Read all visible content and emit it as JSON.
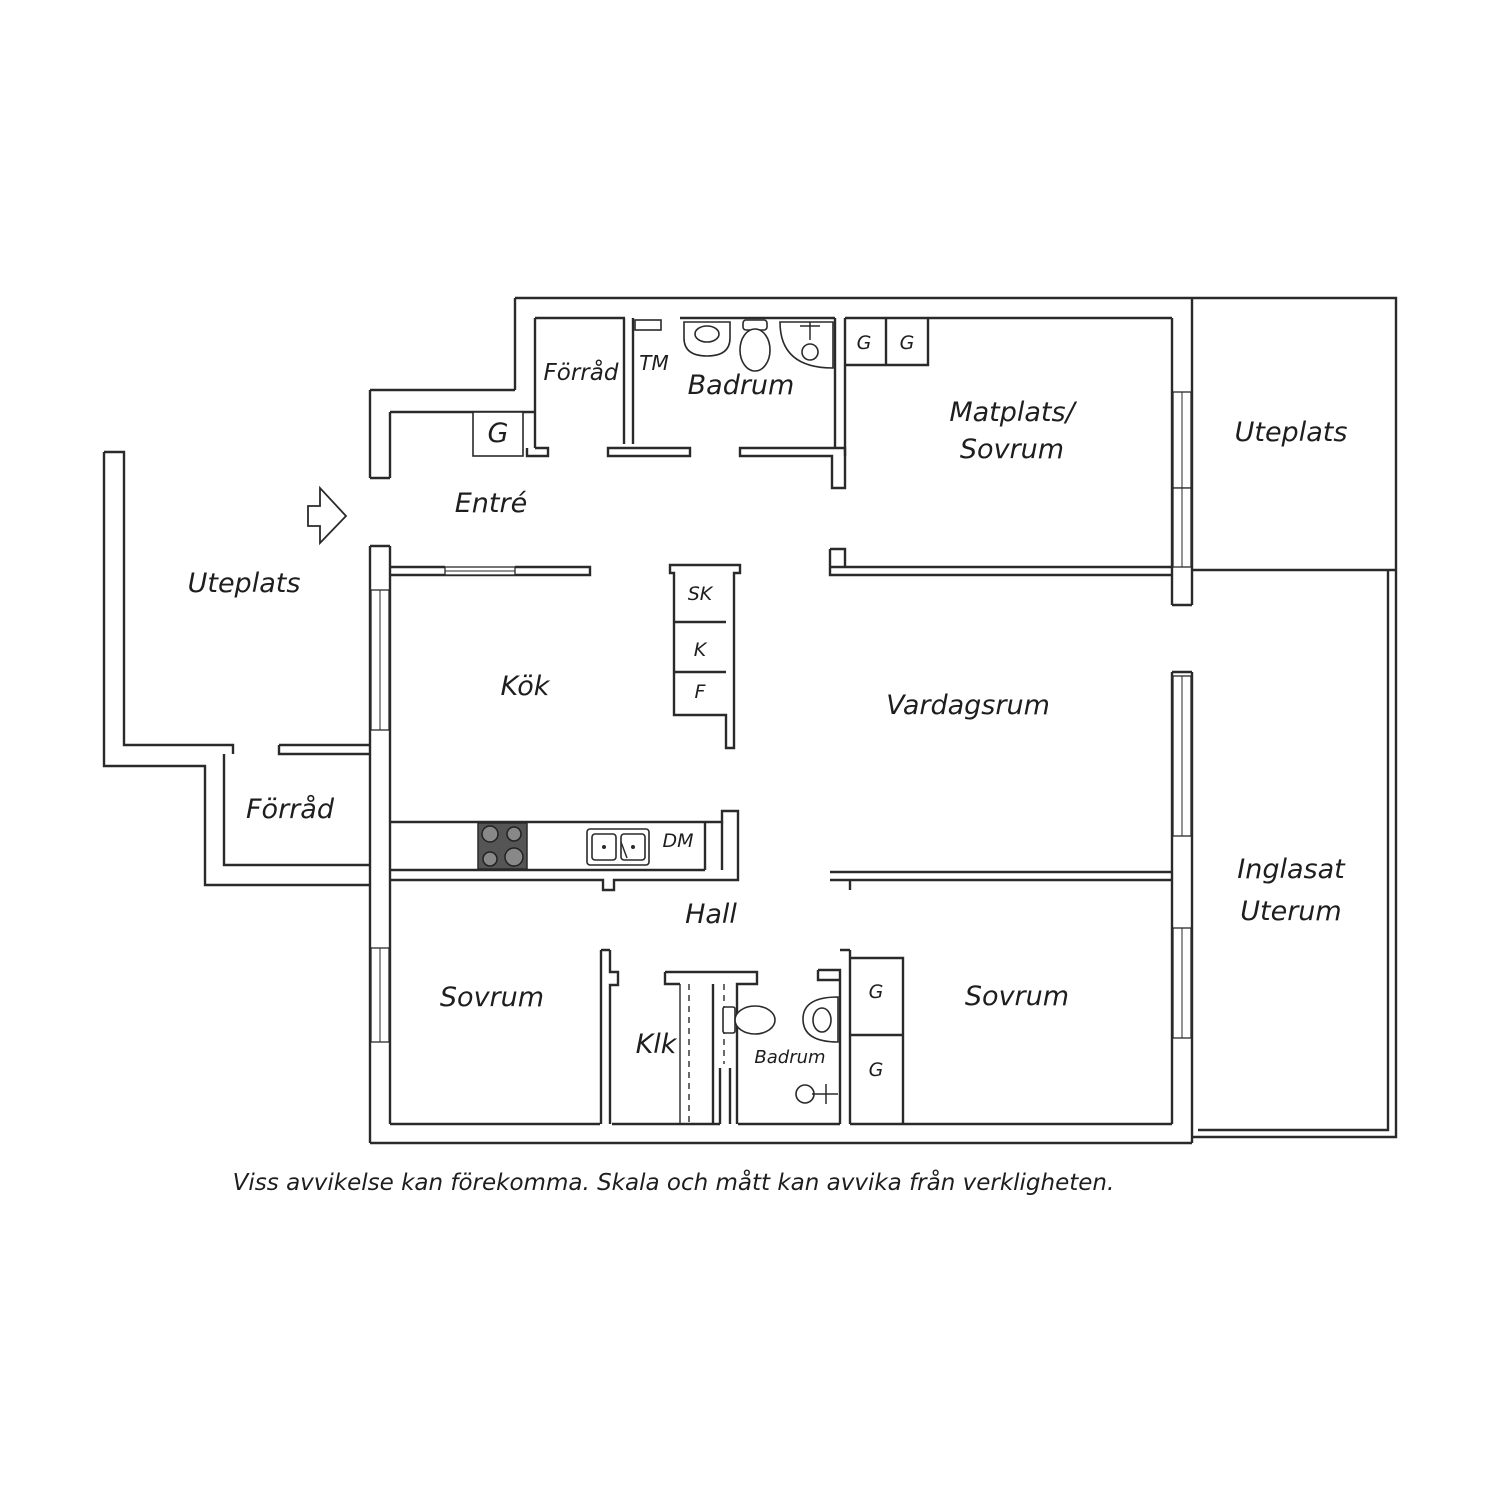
{
  "rooms": {
    "forrad_top": "Förråd",
    "tm": "TM",
    "badrum_top": "Badrum",
    "matplats_line1": "Matplats/",
    "matplats_line2": "Sovrum",
    "uteplats_right": "Uteplats",
    "entre": "Entré",
    "uteplats_left": "Uteplats",
    "kok": "Kök",
    "vardagsrum": "Vardagsrum",
    "forrad_left": "Förråd",
    "hall": "Hall",
    "sovrum_left": "Sovrum",
    "klk": "Klk",
    "badrum_small": "Badrum",
    "sovrum_right": "Sovrum",
    "uterum_line1": "Inglasat",
    "uterum_line2": "Uterum"
  },
  "fixtures": {
    "wardrobe_mark": "G",
    "sk": "SK",
    "k": "K",
    "f": "F",
    "dm": "DM"
  },
  "disclaimer": "Viss avvikelse kan förekomma. Skala och mått kan avvika från verkligheten."
}
